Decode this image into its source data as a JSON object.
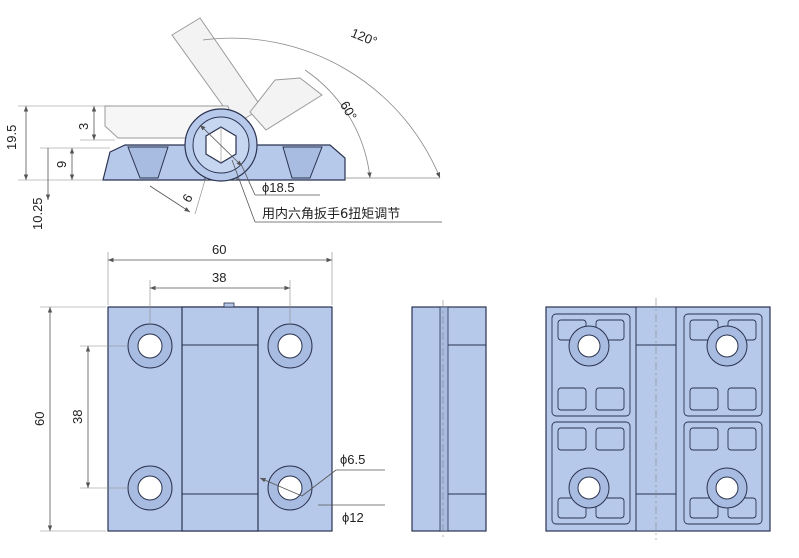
{
  "colors": {
    "part_fill": "#b7c9ea",
    "part_stroke": "#2a3350",
    "ghost_fill": "#f3f3f3",
    "dim_line": "#555555",
    "text": "#222222"
  },
  "top_view": {
    "angle_large": "120°",
    "angle_small": "60°",
    "dim_height_total": "19.5",
    "dim_gap": "3",
    "dim_thickness": "9",
    "dim_offset": "10.25",
    "dim_slot": "6",
    "dim_barrel": "ϕ18.5",
    "note": "用内六角扳手6扭矩调节"
  },
  "front_view": {
    "width_overall": "60",
    "hole_spacing_x": "38",
    "height_overall": "60",
    "hole_spacing_y": "38",
    "hole_diameter": "ϕ6.5",
    "counterbore_diameter": "ϕ12"
  }
}
